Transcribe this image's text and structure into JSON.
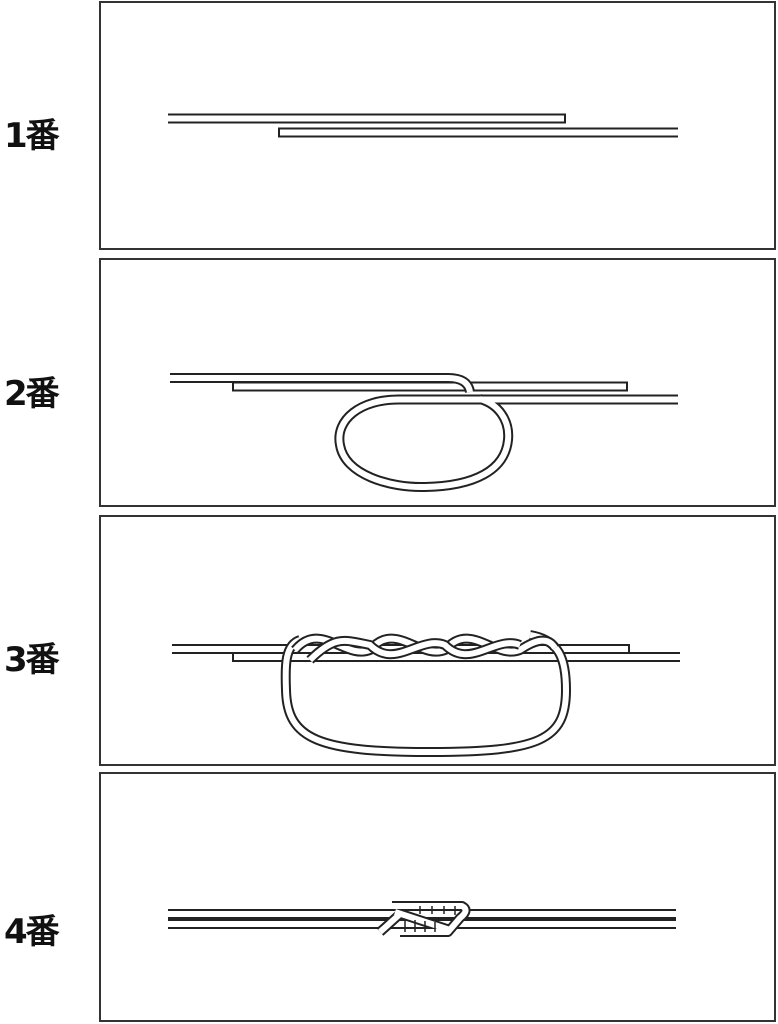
{
  "steps": [
    {
      "label": "1番"
    },
    {
      "label": "2番"
    },
    {
      "label": "3番"
    },
    {
      "label": "4番"
    }
  ],
  "colors": {
    "line": "#222222",
    "background": "#ffffff"
  }
}
